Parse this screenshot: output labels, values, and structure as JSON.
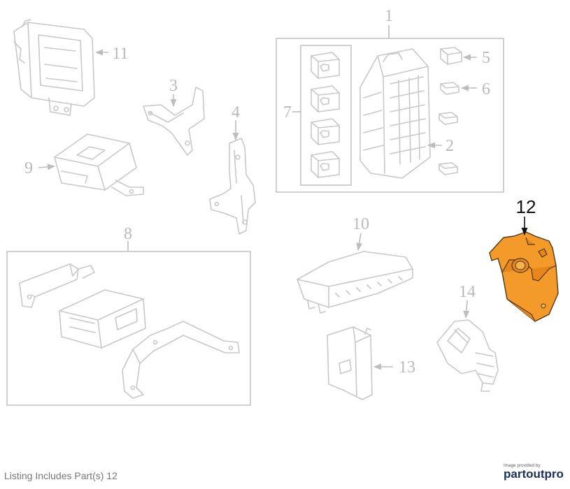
{
  "callouts": {
    "c1": "1",
    "c2": "2",
    "c3": "3",
    "c4": "4",
    "c5": "5",
    "c6": "6",
    "c7": "7",
    "c8": "8",
    "c9": "9",
    "c10": "10",
    "c11": "11",
    "c12": "12",
    "c13": "13",
    "c14": "14"
  },
  "highlight_color": "#f49a2a",
  "caption": "Listing Includes Part(s) 12",
  "brand": {
    "small_text": "Image provided by",
    "name": "partoutpro"
  }
}
